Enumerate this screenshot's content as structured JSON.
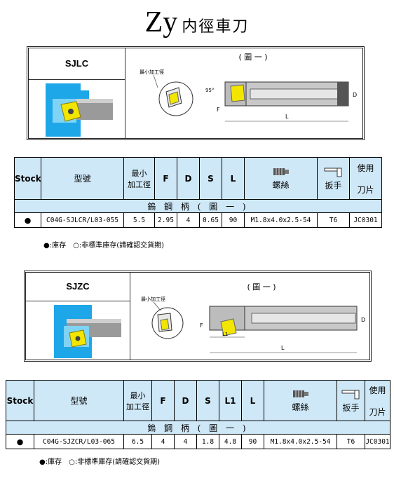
{
  "title": {
    "main": "Zy",
    "sub": "内徑車刀"
  },
  "legend_note": "●:庫存　○:非標準庫存(請確認交貨期)",
  "blocks": [
    {
      "code": "SJLC",
      "figure_caption": "( 圖 一 )",
      "dim_labels": {
        "min_bore": "最小加工徑",
        "f": "F",
        "d": "D",
        "l": "L",
        "angle": "95°"
      },
      "table": {
        "headers": {
          "stock": "Stock",
          "model": "型號",
          "min_bore_l1": "最小",
          "min_bore_l2": "加工徑",
          "f": "F",
          "d": "D",
          "s": "S",
          "l": "L",
          "screw": "螺絲",
          "wrench": "扳手",
          "use_l1": "使用",
          "use_l2": "刀片"
        },
        "group": "鎢 鋼 柄 ( 圖 一 )",
        "row": {
          "stock": "●",
          "model": "C04G-SJLCR/L03-055",
          "min_bore": "5.5",
          "f": "2.95",
          "d": "4",
          "s": "0.65",
          "l": "90",
          "screw": "M1.8x4.0x2.5-54",
          "wrench": "T6",
          "insert": "JC0301"
        }
      }
    },
    {
      "code": "SJZC",
      "figure_caption": "( 圖 一 )",
      "dim_labels": {
        "min_bore": "最小加工徑",
        "f": "F",
        "d": "D",
        "l": "L",
        "l1": "L1"
      },
      "table": {
        "headers": {
          "stock": "Stock",
          "model": "型號",
          "min_bore_l1": "最小",
          "min_bore_l2": "加工徑",
          "f": "F",
          "d": "D",
          "s": "S",
          "l1": "L1",
          "l": "L",
          "screw": "螺絲",
          "wrench": "扳手",
          "use_l1": "使用",
          "use_l2": "刀片"
        },
        "group": "鎢 鋼 柄 ( 圖 一 )",
        "row": {
          "stock": "●",
          "model": "C04G-SJZCR/L03-065",
          "min_bore": "6.5",
          "f": "4",
          "d": "4",
          "s": "1.8",
          "l1": "4.8",
          "l": "90",
          "screw": "M1.8x4.0x2.5-54",
          "wrench": "T6",
          "insert": "JC0301"
        }
      }
    }
  ],
  "colors": {
    "header_bg": "#cfe8f7",
    "holder_blue": "#1ea7e8",
    "insert_yellow": "#f2e600",
    "shank_gray": "#8a8a8a"
  }
}
